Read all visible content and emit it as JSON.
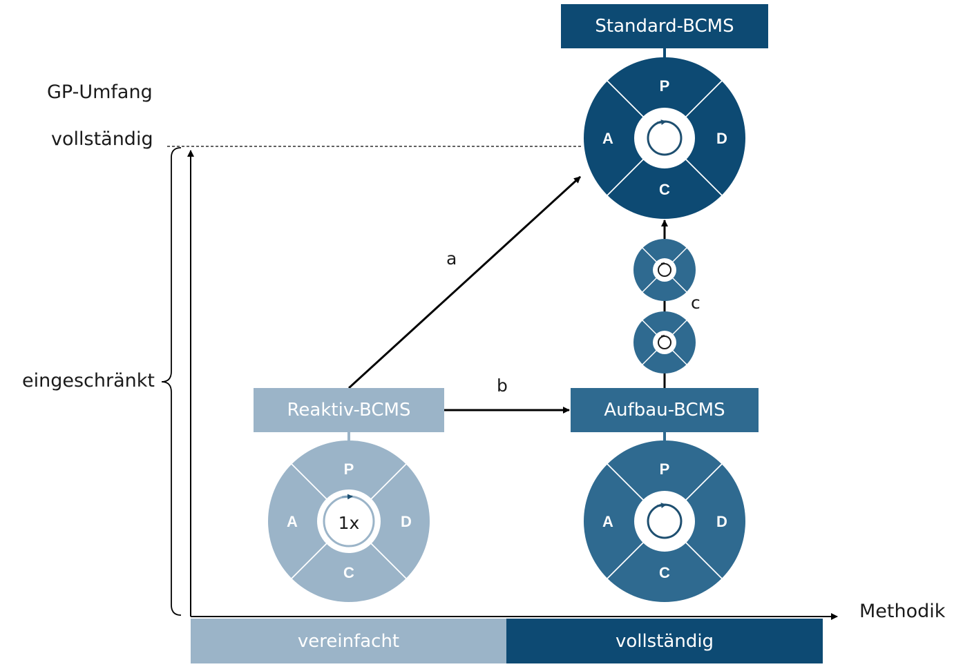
{
  "yaxis": {
    "title": "GP-Umfang",
    "top_label": "vollständig",
    "range_label": "eingeschränkt"
  },
  "xaxis": {
    "title": "Methodik",
    "segments": [
      {
        "label": "vereinfacht",
        "color": "#9bb4c8"
      },
      {
        "label": "vollständig",
        "color": "#0d4a73"
      }
    ]
  },
  "boxes": {
    "standard": {
      "label": "Standard-BCMS",
      "color": "#0d4a73"
    },
    "reaktiv": {
      "label": "Reaktiv-BCMS",
      "color": "#9bb4c8"
    },
    "aufbau": {
      "label": "Aufbau-BCMS",
      "color": "#2f6a90"
    }
  },
  "cycles": {
    "letters": {
      "top": "P",
      "right": "D",
      "bottom": "C",
      "left": "A"
    },
    "reaktiv_center": "1x",
    "colors": {
      "standard": "#0d4a73",
      "aufbau": "#2f6a90",
      "reaktiv": "#9bb4c8"
    }
  },
  "arrows": {
    "a": "a",
    "b": "b",
    "c": "c"
  }
}
